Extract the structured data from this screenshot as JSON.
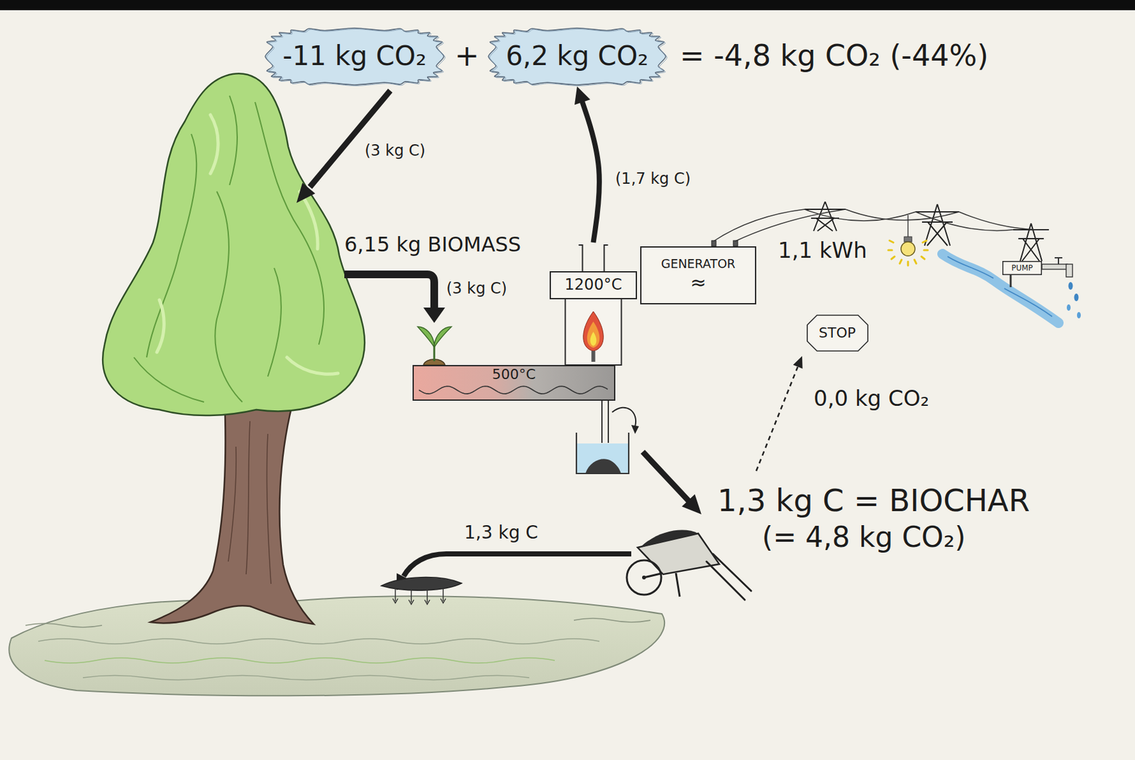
{
  "diagram": {
    "nodes": [
      {
        "text": [
          "-11 kg CO₂"
        ]
      },
      {
        "text": [
          "6,2 kg CO₂"
        ]
      },
      {
        "text": [
          "1200°C"
        ]
      },
      {
        "text": [
          "GENERATOR",
          "≈"
        ]
      },
      {
        "text": [
          "500°C"
        ]
      },
      {
        "text": [
          "PUMP"
        ]
      },
      {
        "text": [
          "STOP"
        ]
      }
    ],
    "edges": [
      {
        "from": 2,
        "to": 1,
        "label": "(1,7 kg C)",
        "arrow": "to"
      }
    ],
    "labels": [
      "+",
      "= -4,8 kg CO₂ (-44%)",
      "(3 kg C)",
      "6,15 kg BIOMASS",
      "(3 kg C)",
      "1,1 kWh",
      "0,0 kg CO₂",
      "1,3 kg C = BIOCHAR",
      "(= 4,8 kg CO₂)",
      "1,3 kg C"
    ]
  }
}
